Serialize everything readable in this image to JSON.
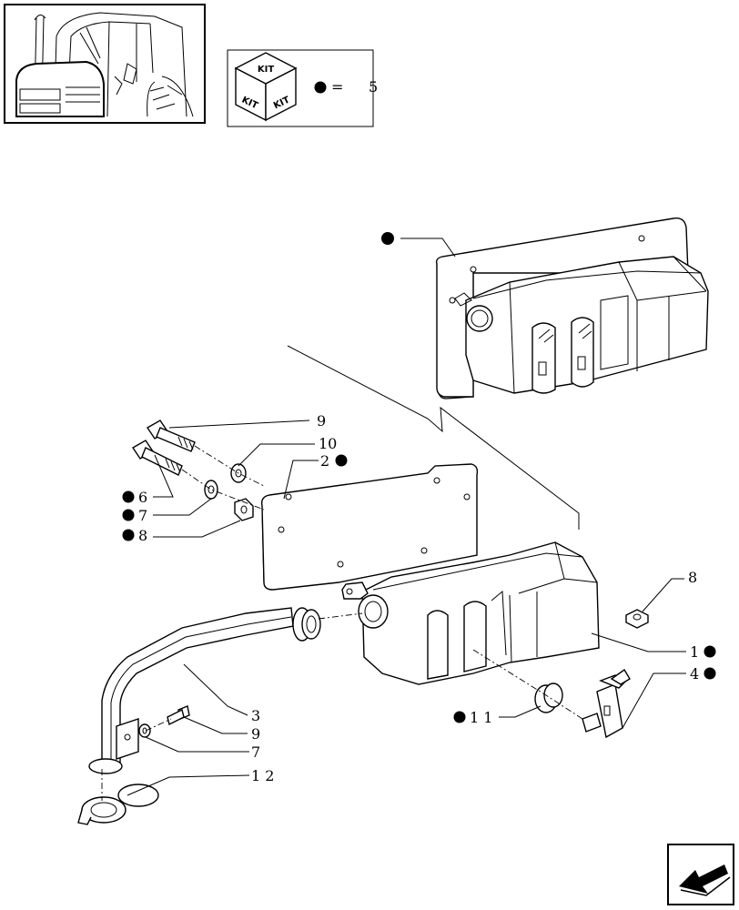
{
  "legend": {
    "kit_icon_top": "KIT",
    "kit_icon_left": "KIT",
    "kit_icon_right": "KIT",
    "equals": "=",
    "kit_number": "5"
  },
  "callouts": [
    {
      "id": "c9a",
      "text": "9"
    },
    {
      "id": "c10",
      "text": "10"
    },
    {
      "id": "c2",
      "text": "2"
    },
    {
      "id": "c6",
      "text": "6"
    },
    {
      "id": "c7a",
      "text": "7"
    },
    {
      "id": "c8a",
      "text": "8"
    },
    {
      "id": "c8b",
      "text": "8"
    },
    {
      "id": "c1",
      "text": "1"
    },
    {
      "id": "c4",
      "text": "4"
    },
    {
      "id": "c11",
      "text": "1 1"
    },
    {
      "id": "c3",
      "text": "3"
    },
    {
      "id": "c9b",
      "text": "9"
    },
    {
      "id": "c7b",
      "text": "7"
    },
    {
      "id": "c12",
      "text": "1 2"
    }
  ],
  "colors": {
    "ink": "#000000",
    "paper": "#ffffff",
    "panel": "#f1f1f1"
  },
  "icons": [
    "tractor-thumbnail",
    "kit-cube-icon",
    "kit-dot-icon",
    "navigation-arrow-icon"
  ]
}
